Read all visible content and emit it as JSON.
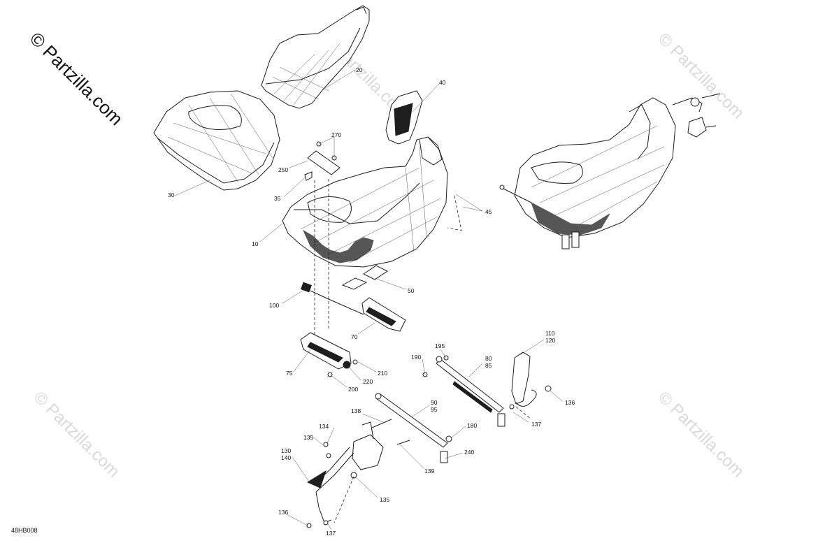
{
  "watermark": {
    "main": "© Partzilla.com",
    "faint": "© Partzilla.com"
  },
  "diagram_code": "48HB008",
  "callouts": [
    {
      "id": "20",
      "text": "20"
    },
    {
      "id": "40",
      "text": "40"
    },
    {
      "id": "30",
      "text": "30"
    },
    {
      "id": "270",
      "text": "270"
    },
    {
      "id": "250",
      "text": "250"
    },
    {
      "id": "35",
      "text": "35"
    },
    {
      "id": "45",
      "text": "45"
    },
    {
      "id": "10",
      "text": "10"
    },
    {
      "id": "50",
      "text": "50"
    },
    {
      "id": "100",
      "text": "100"
    },
    {
      "id": "70",
      "text": "70"
    },
    {
      "id": "110",
      "text": "110"
    },
    {
      "id": "120",
      "text": "120"
    },
    {
      "id": "195",
      "text": "195"
    },
    {
      "id": "190",
      "text": "190"
    },
    {
      "id": "80",
      "text": "80"
    },
    {
      "id": "85",
      "text": "85"
    },
    {
      "id": "75",
      "text": "75"
    },
    {
      "id": "210",
      "text": "210"
    },
    {
      "id": "220",
      "text": "220"
    },
    {
      "id": "200",
      "text": "200"
    },
    {
      "id": "136a",
      "text": "136"
    },
    {
      "id": "90",
      "text": "90"
    },
    {
      "id": "95",
      "text": "95"
    },
    {
      "id": "138",
      "text": "138"
    },
    {
      "id": "137a",
      "text": "137"
    },
    {
      "id": "134",
      "text": "134"
    },
    {
      "id": "180",
      "text": "180"
    },
    {
      "id": "135a",
      "text": "135"
    },
    {
      "id": "240",
      "text": "240"
    },
    {
      "id": "130",
      "text": "130"
    },
    {
      "id": "140",
      "text": "140"
    },
    {
      "id": "139",
      "text": "139"
    },
    {
      "id": "135b",
      "text": "135"
    },
    {
      "id": "136b",
      "text": "136"
    },
    {
      "id": "137b",
      "text": "137"
    }
  ]
}
